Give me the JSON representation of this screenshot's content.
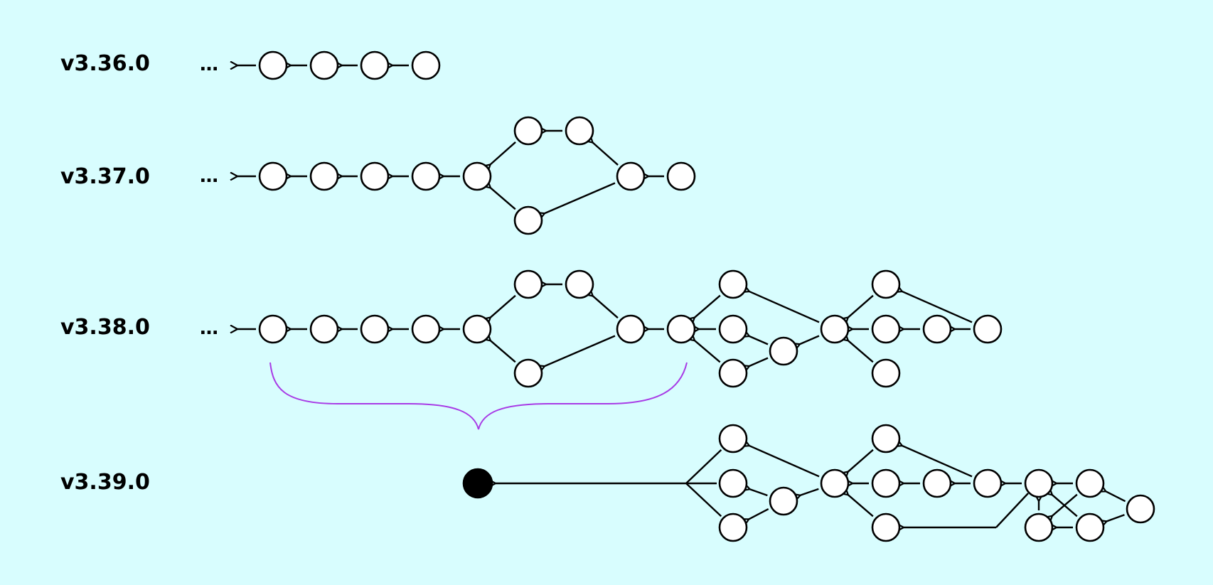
{
  "versions": [
    {
      "label": "v3.36.0",
      "ellipsis": "…"
    },
    {
      "label": "v3.37.0",
      "ellipsis": "…"
    },
    {
      "label": "v3.38.0",
      "ellipsis": "…"
    },
    {
      "label": "v3.39.0",
      "ellipsis": ""
    }
  ],
  "colors": {
    "background": "#d8fdfe",
    "brace": "#a83be6",
    "stroke": "#000000",
    "node_fill": "#ffffff"
  }
}
